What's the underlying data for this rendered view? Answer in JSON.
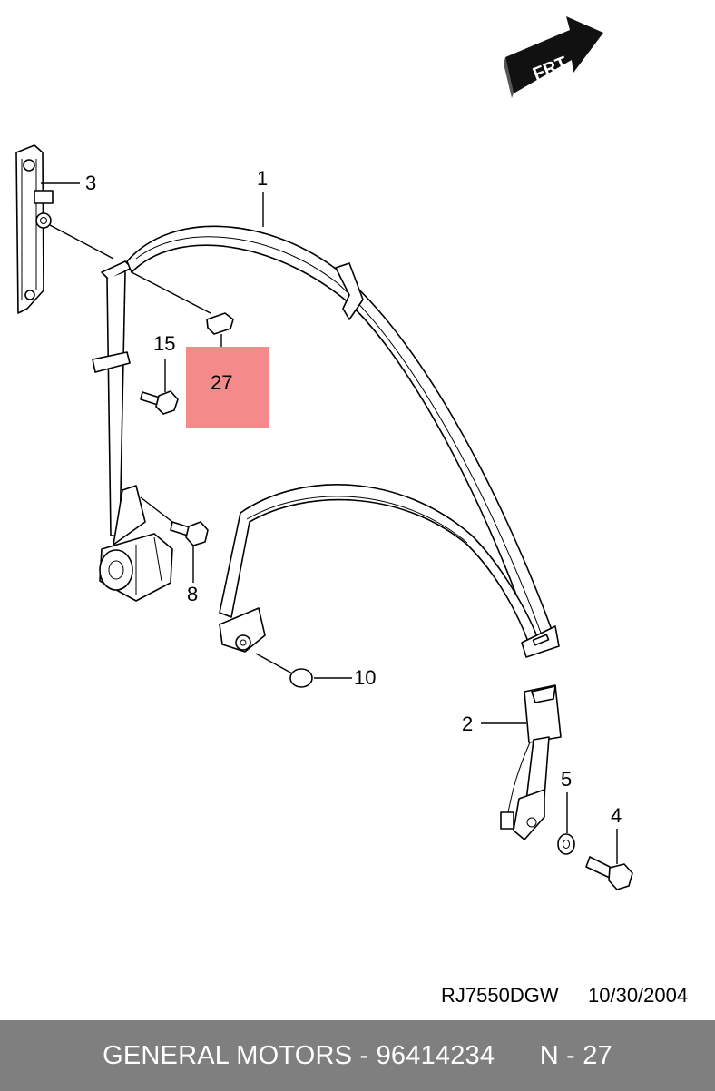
{
  "diagram": {
    "direction_arrow": {
      "label": "FRT",
      "icon": "front-direction-arrow-icon"
    },
    "callouts": [
      {
        "id": "1",
        "label": "1"
      },
      {
        "id": "2",
        "label": "2"
      },
      {
        "id": "3",
        "label": "3"
      },
      {
        "id": "4",
        "label": "4"
      },
      {
        "id": "5",
        "label": "5"
      },
      {
        "id": "8",
        "label": "8"
      },
      {
        "id": "10",
        "label": "10"
      },
      {
        "id": "15",
        "label": "15"
      },
      {
        "id": "27",
        "label": "27",
        "highlighted": true
      }
    ],
    "highlight_color": "#f58a8a"
  },
  "document": {
    "reference": "RJ7550DGW",
    "date": "10/30/2004"
  },
  "footer": {
    "text": "GENERAL MOTORS - 96414234      N - 27",
    "background": "#7f7f7f",
    "text_color": "#ffffff"
  }
}
